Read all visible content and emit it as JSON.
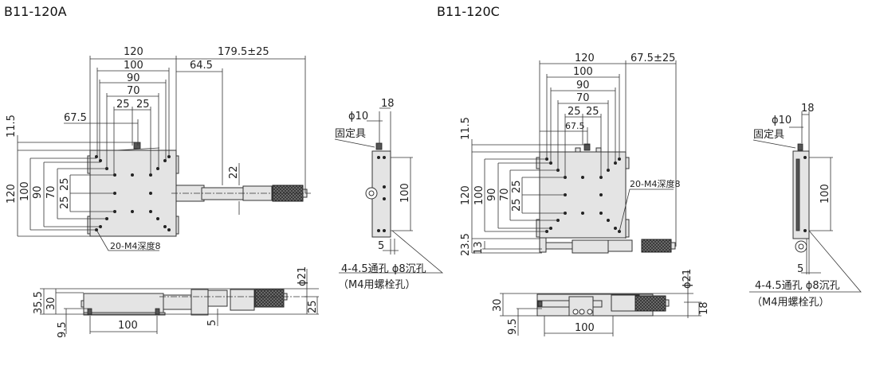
{
  "model_a": {
    "title": "B11-120A",
    "top_dims": [
      "120",
      "179.5±25",
      "100",
      "64.5",
      "90",
      "70",
      "25",
      "25",
      "67.5",
      "22"
    ],
    "left_dims": [
      "11.5",
      "120",
      "100",
      "90",
      "70",
      "25",
      "25"
    ],
    "tapped_holes": "20-M4深度8",
    "side": {
      "phi": "ϕ10",
      "width": "18",
      "fixture": "固定具",
      "height": "100",
      "offset": "5"
    },
    "note_line1": "4-4.5通孔 ϕ8沉孔",
    "note_line2": "（M4用螺栓孔）",
    "front_dims": [
      "35.5",
      "30",
      "9.5",
      "100",
      "5",
      "ϕ21",
      "25"
    ]
  },
  "model_c": {
    "title": "B11-120C",
    "top_dims": [
      "120",
      "67.5±25",
      "100",
      "90",
      "70",
      "25",
      "25",
      "67.5"
    ],
    "left_dims": [
      "11.5",
      "120",
      "100",
      "90",
      "70",
      "25",
      "25",
      "23.5",
      "13"
    ],
    "tapped_holes": "20-M4深度8",
    "side": {
      "phi": "ϕ10",
      "width": "18",
      "fixture": "固定具",
      "height": "100",
      "offset": "5"
    },
    "note_line1": "4-4.5通孔 ϕ8沉孔",
    "note_line2": "（M4用螺栓孔）",
    "front_dims": [
      "30",
      "9.5",
      "100",
      "ϕ21",
      "18"
    ]
  }
}
